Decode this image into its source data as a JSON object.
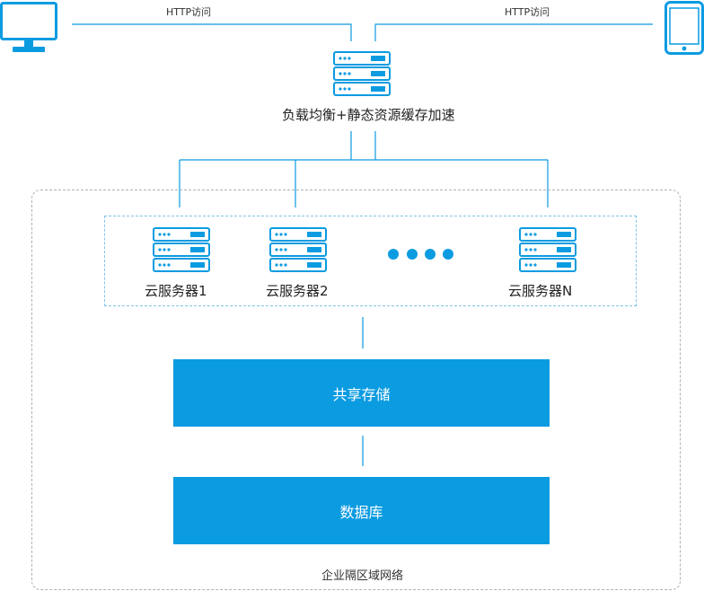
{
  "clients": {
    "left": {
      "icon": "desktop-monitor-icon",
      "label": "HTTP访问"
    },
    "right": {
      "icon": "mobile-phone-icon",
      "label": "HTTP访问"
    }
  },
  "load_balancer": {
    "icon": "server-icon",
    "label": "负载均衡+静态资源缓存加速"
  },
  "servers": [
    {
      "icon": "server-icon",
      "label": "云服务器1"
    },
    {
      "icon": "server-icon",
      "label": "云服务器2"
    },
    {
      "icon": "server-icon",
      "label": "云服务器N"
    }
  ],
  "ellipsis_dots": 4,
  "shared_storage": {
    "label": "共享存储"
  },
  "database": {
    "label": "数据库"
  },
  "region": {
    "label": "企业隔区域网络"
  },
  "colors": {
    "accent": "#0b9be1",
    "line": "#0b9be1",
    "border": "#a9b2bb"
  }
}
